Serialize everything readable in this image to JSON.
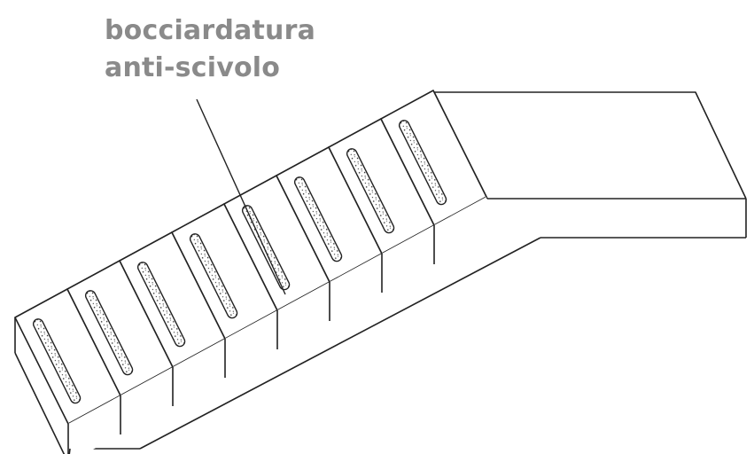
{
  "label": {
    "line1": "bocciardatura",
    "line2": "anti-scivolo"
  },
  "drawing": {
    "step_count": 8,
    "stroke_color": "#222222",
    "label_color": "#8a8a8a"
  }
}
